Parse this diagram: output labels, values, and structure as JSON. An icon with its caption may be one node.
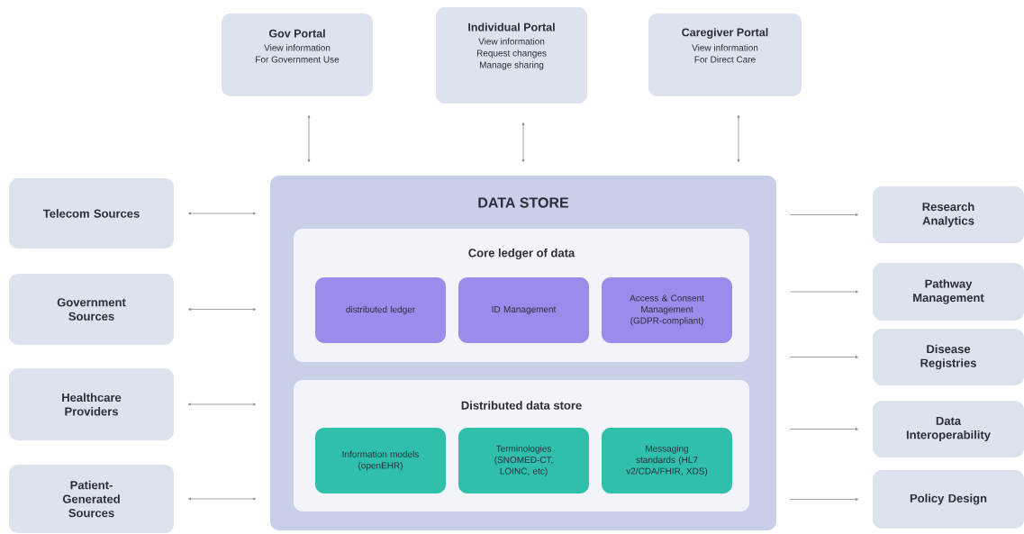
{
  "diagram": {
    "nodes": [
      {
        "text": [
          "Gov Portal",
          "View information",
          "For Government Use"
        ]
      },
      {
        "text": [
          "Individual Portal",
          "View information",
          "Request changes",
          "Manage sharing"
        ]
      },
      {
        "text": [
          "Caregiver Portal",
          "View information",
          "For Direct Care"
        ]
      },
      {
        "text": [
          "Telecom Sources"
        ]
      },
      {
        "text": [
          "Government Sources"
        ]
      },
      {
        "text": [
          "Healthcare Providers"
        ]
      },
      {
        "text": [
          "Patient-Generated Sources"
        ]
      },
      {
        "text": [
          "DATA STORE"
        ]
      },
      {
        "text": [
          "Core ledger of data"
        ],
        "in": 7
      },
      {
        "text": [
          "distributed ledger"
        ],
        "in": 8
      },
      {
        "text": [
          "ID Management"
        ],
        "in": 8
      },
      {
        "text": [
          "Access & Consent Management (GDPR-compliant)"
        ],
        "in": 8
      },
      {
        "text": [
          "Distributed data store"
        ],
        "in": 7
      },
      {
        "text": [
          "Information models (openEHR)"
        ],
        "in": 12
      },
      {
        "text": [
          "Terminologies (SNOMED-CT, LOINC, etc)"
        ],
        "in": 12
      },
      {
        "text": [
          "Messaging standards (HL7 v2/CDA/FHIR, XDS)"
        ],
        "in": 12
      },
      {
        "text": [
          "Research Analytics"
        ]
      },
      {
        "text": [
          "Pathway Management"
        ]
      },
      {
        "text": [
          "Disease Registries"
        ]
      },
      {
        "text": [
          "Data Interoperability"
        ]
      },
      {
        "text": [
          "Policy Design"
        ]
      }
    ],
    "edges": [
      {
        "from": 0,
        "to": 7,
        "arrow": "both"
      },
      {
        "from": 1,
        "to": 7,
        "arrow": "both"
      },
      {
        "from": 2,
        "to": 7,
        "arrow": "both"
      },
      {
        "from": 3,
        "to": 7,
        "arrow": "both"
      },
      {
        "from": 4,
        "to": 7,
        "arrow": "both"
      },
      {
        "from": 5,
        "to": 7,
        "arrow": "both"
      },
      {
        "from": 6,
        "to": 7,
        "arrow": "both"
      },
      {
        "from": 7,
        "to": 16,
        "arrow": "to"
      },
      {
        "from": 7,
        "to": 17,
        "arrow": "to"
      },
      {
        "from": 7,
        "to": 18,
        "arrow": "to"
      },
      {
        "from": 7,
        "to": 19,
        "arrow": "to"
      },
      {
        "from": 7,
        "to": 20,
        "arrow": "to"
      }
    ]
  }
}
